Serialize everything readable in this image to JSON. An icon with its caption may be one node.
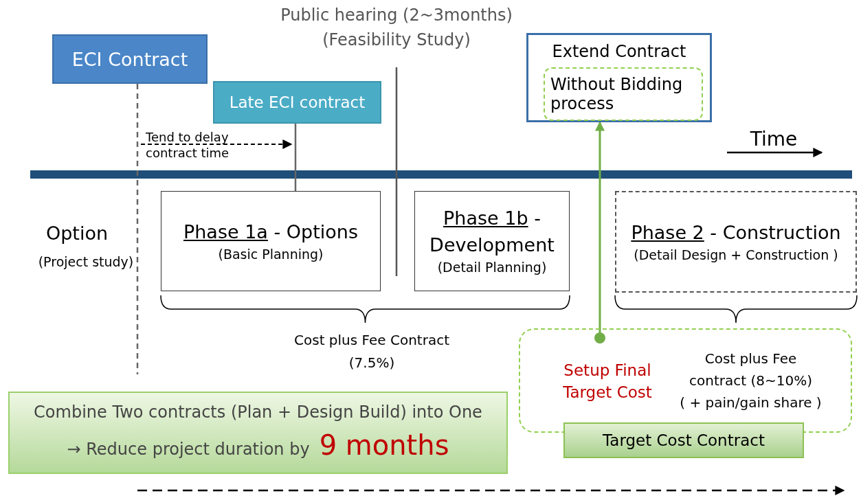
{
  "diagram": {
    "nodes": [
      {
        "text": [
          "ECI Contract"
        ]
      },
      {
        "text": [
          "Late ECI contract"
        ]
      },
      {
        "text": [
          "Extend Contract"
        ]
      },
      {
        "text": [
          "Without Bidding process"
        ],
        "in": 2
      },
      {
        "text": [
          "Phase 1a",
          "- Options",
          "(Basic Planning)"
        ]
      },
      {
        "text": [
          "Phase 1b",
          "- Development",
          "(Detail Planning)"
        ]
      },
      {
        "text": [
          "Phase 2",
          "- Construction",
          "(Detail Design + Construction )"
        ]
      },
      {
        "text": [
          "Cost plus Fee contract (8~10%)",
          "( + pain/gain share )"
        ]
      },
      {
        "text": [
          "Setup Final Target Cost"
        ],
        "in": 7
      },
      {
        "text": [
          "Target Cost Contract"
        ]
      },
      {
        "text": [
          "Combine Two contracts (Plan + Design Build) into One",
          "→ Reduce project duration by",
          "9 months"
        ]
      }
    ],
    "edges": [
      {
        "from": 0,
        "to": null,
        "arrow": "none",
        "style": "dashed"
      },
      {
        "from": 1,
        "to": 4,
        "arrow": "none"
      },
      {
        "from": 8,
        "to": 2,
        "arrow": "to",
        "color": "#70ad47"
      }
    ],
    "labels": [
      "Public hearing (2~3months)",
      "(Feasibility Study)",
      "Tend to delay contract time",
      "Time",
      "Option",
      "(Project study)",
      "Cost plus Fee Contract",
      "(7.5%)"
    ]
  }
}
